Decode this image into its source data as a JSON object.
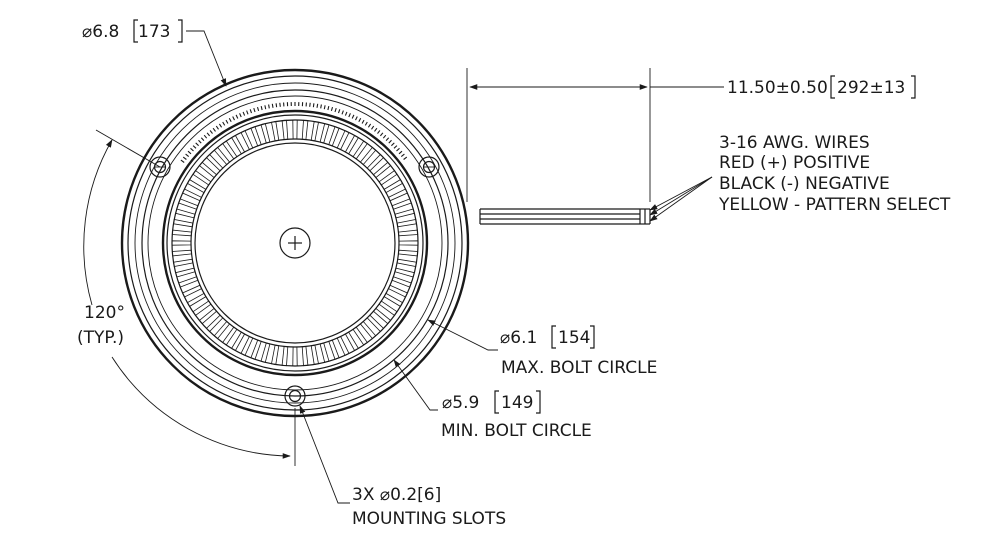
{
  "dimensions": {
    "outer_diameter": {
      "symbol": "⌀",
      "value": "6.8",
      "metric": "173"
    },
    "length": {
      "value": "11.50±0.50",
      "metric": "292±13"
    },
    "max_bolt_circle": {
      "symbol": "⌀",
      "value": "6.1",
      "metric": "154",
      "caption": "MAX. BOLT CIRCLE"
    },
    "min_bolt_circle": {
      "symbol": "⌀",
      "value": "5.9",
      "metric": "149",
      "caption": "MIN. BOLT CIRCLE"
    },
    "angle": {
      "value": "120°",
      "note": "(TYP.)"
    },
    "mounting_slots": {
      "line1": "3X ⌀0.2[6]",
      "line2": "MOUNTING SLOTS"
    }
  },
  "wires": {
    "line1": "3-16 AWG. WIRES",
    "line2": "RED (+) POSITIVE",
    "line3": "BLACK (-) NEGATIVE",
    "line4": "YELLOW - PATTERN SELECT"
  },
  "icons": {
    "center_mark": "center-mark-icon",
    "mounting_slot": "mounting-slot-icon"
  },
  "colors": {
    "ink": "#1a1a1a",
    "background": "#ffffff"
  }
}
